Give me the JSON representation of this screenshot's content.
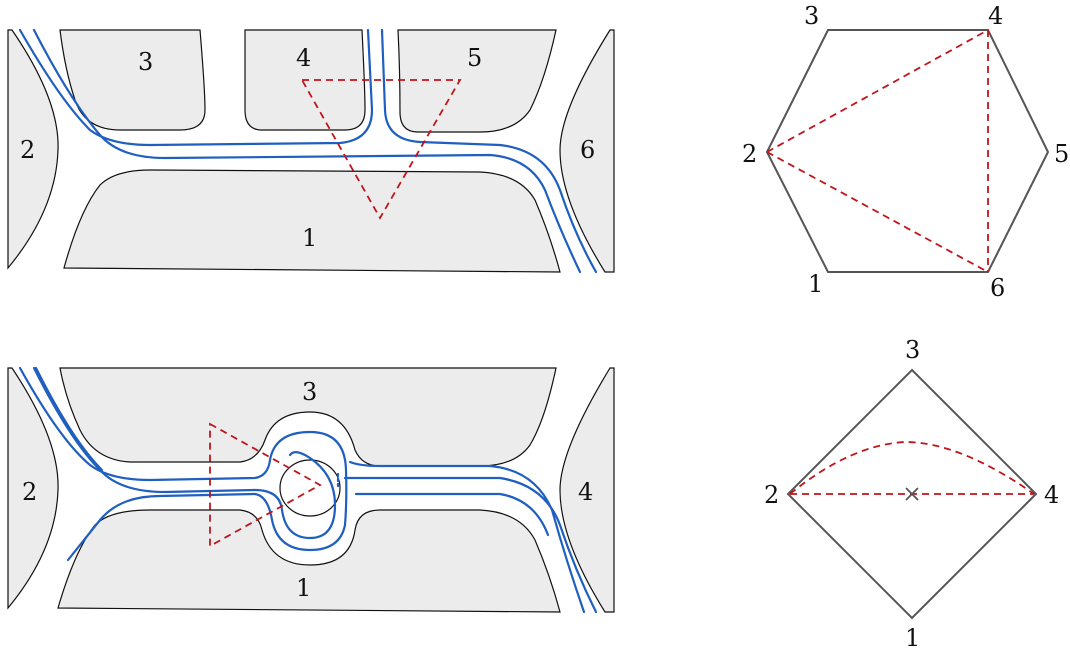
{
  "top_left": {
    "labels": [
      "1",
      "2",
      "3",
      "4",
      "5",
      "6"
    ]
  },
  "top_right": {
    "vertex_labels": [
      "1",
      "2",
      "3",
      "4",
      "5",
      "6"
    ]
  },
  "bottom_left": {
    "labels": [
      "1",
      "2",
      "3",
      "4"
    ]
  },
  "bottom_right": {
    "vertex_labels": [
      "1",
      "2",
      "3",
      "4"
    ]
  },
  "colors": {
    "curve": "#1f5fc0",
    "triangulation": "#c0151b",
    "region_fill": "#ececec",
    "polygon": "#555555"
  }
}
